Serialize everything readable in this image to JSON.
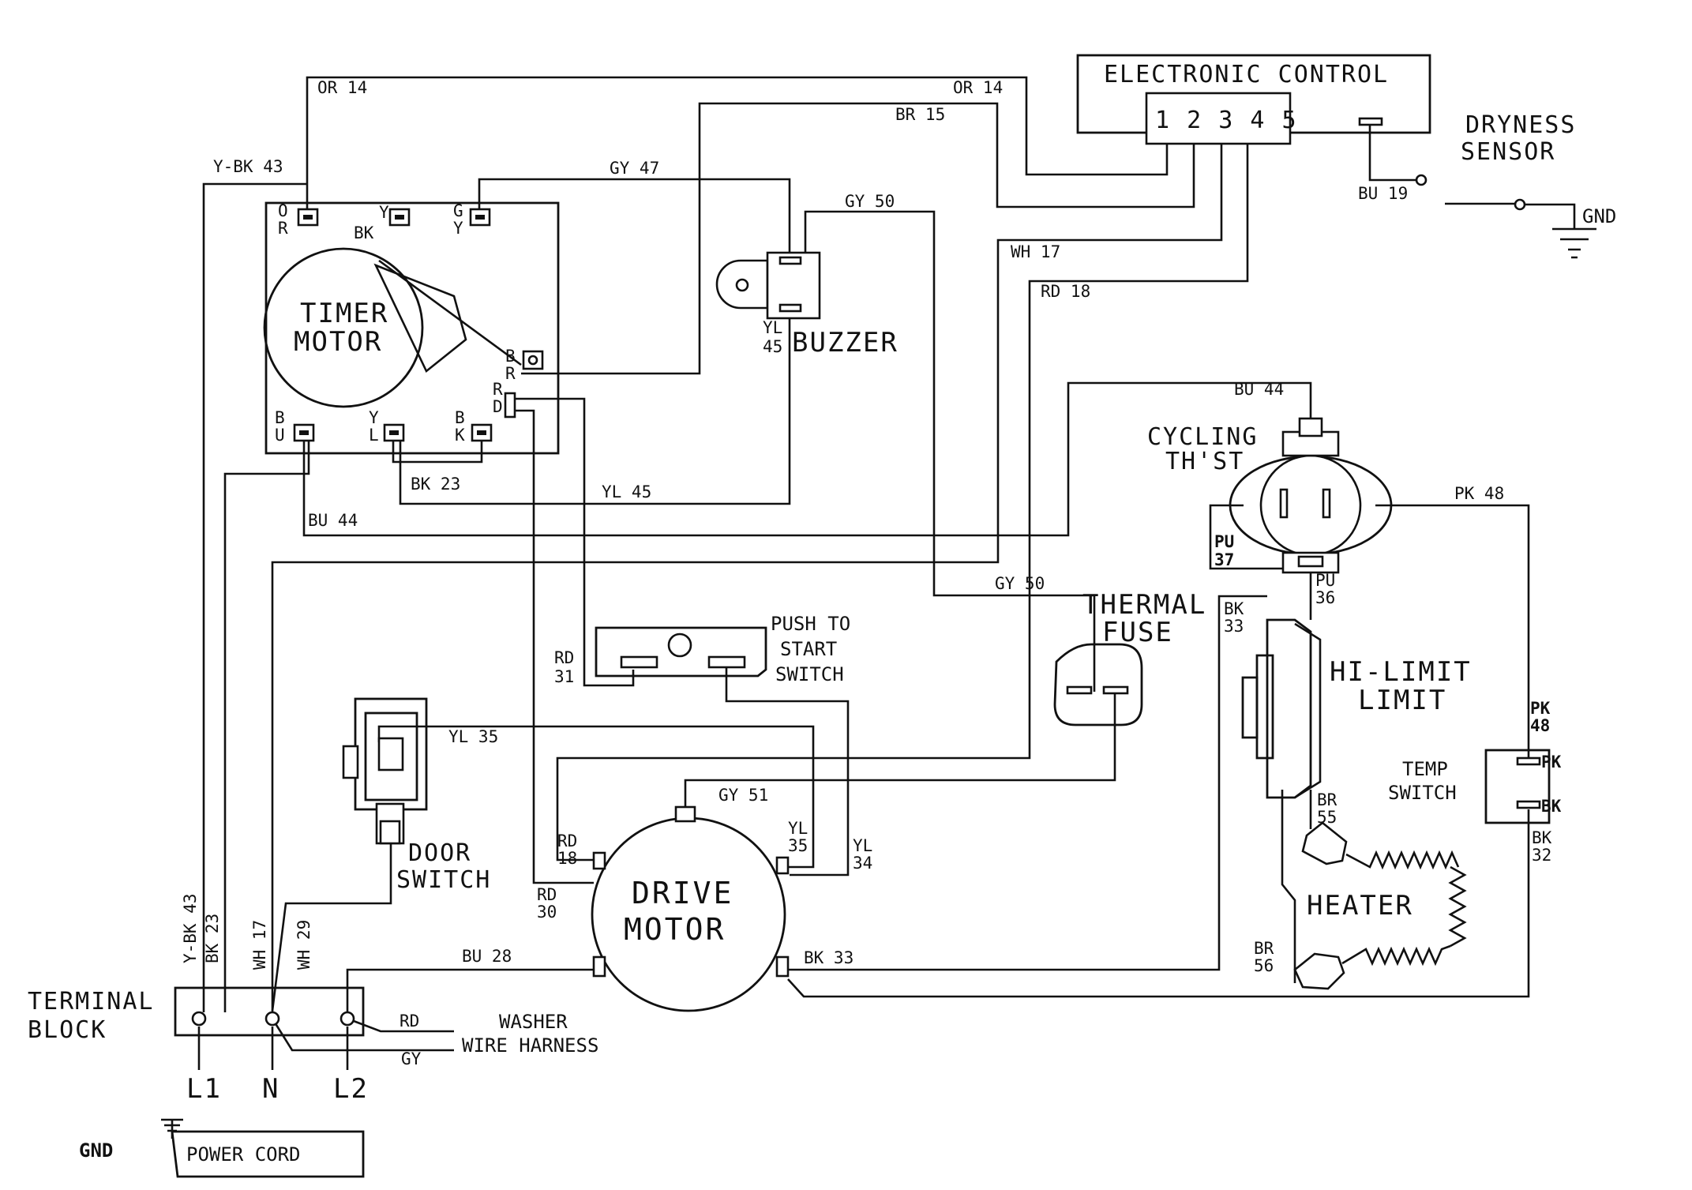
{
  "components": {
    "electronic_control": "ELECTRONIC CONTROL",
    "control_terminals": "1 2 3 4 5",
    "dryness_sensor": [
      "DRYNESS",
      "SENSOR"
    ],
    "timer_motor": [
      "TIMER",
      "MOTOR"
    ],
    "buzzer": "BUZZER",
    "cycling_thst": [
      "CYCLING",
      "TH'ST"
    ],
    "thermal_fuse": [
      "THERMAL",
      "FUSE"
    ],
    "push_to_start": [
      "PUSH TO",
      "START",
      "SWITCH"
    ],
    "hi_limit": [
      "HI-LIMIT",
      "LIMIT"
    ],
    "temp_switch": [
      "TEMP",
      "SWITCH"
    ],
    "heater": "HEATER",
    "door_switch": [
      "DOOR",
      "SWITCH"
    ],
    "drive_motor": [
      "DRIVE",
      "MOTOR"
    ],
    "terminal_block": [
      "TERMINAL",
      "BLOCK"
    ],
    "washer_harness": [
      "WASHER",
      "WIRE HARNESS"
    ],
    "power_cord": "POWER CORD",
    "gnd": "GND"
  },
  "terminals": {
    "L1": "L1",
    "N": "N",
    "L2": "L2"
  },
  "timer_pins": {
    "or": [
      "O",
      "R"
    ],
    "y": "Y",
    "bk": "BK",
    "gy": [
      "G",
      "Y"
    ],
    "br": [
      "B",
      "R"
    ],
    "rd": [
      "R",
      "D"
    ],
    "bu": [
      "B",
      "U"
    ],
    "yl": [
      "Y",
      "L"
    ],
    "bk2": [
      "B",
      "K"
    ]
  },
  "wires": {
    "or14": "OR 14",
    "ybk43": "Y-BK 43",
    "gy47": "GY 47",
    "br15": "BR 15",
    "gy50": "GY 50",
    "wh17": "WH 17",
    "rd18": "RD 18",
    "bu19": "BU 19",
    "yl45": "YL",
    "yl45n": "45",
    "yl45h": "YL 45",
    "bk23": "BK 23",
    "bu44": "BU 44",
    "pk48": "PK 48",
    "pu": "PU",
    "n37": "37",
    "n36": "36",
    "bk": "BK",
    "n33": "33",
    "rd": "RD",
    "n31": "31",
    "yl35": "YL 35",
    "gy51": "GY 51",
    "yl": "YL",
    "n35": "35",
    "n34": "34",
    "n18": "18",
    "n30": "30",
    "bu28": "BU 28",
    "bk33": "BK 33",
    "br": "BR",
    "n55": "55",
    "n56": "56",
    "pk": "PK",
    "n48": "48",
    "n32": "32",
    "wh17v": "WH 17",
    "wh29v": "WH 29",
    "ybk43v": "Y-BK 43",
    "bk23v": "BK 23",
    "gy": "GY"
  }
}
